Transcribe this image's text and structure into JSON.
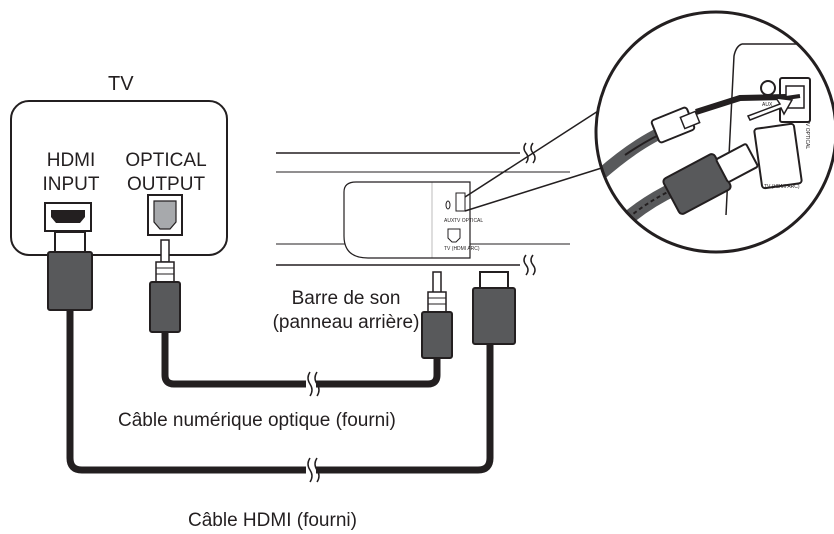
{
  "tv": {
    "title": "TV",
    "hdmi_input_line1": "HDMI",
    "hdmi_input_line2": "INPUT",
    "optical_output_line1": "OPTICAL",
    "optical_output_line2": "OUTPUT"
  },
  "soundbar": {
    "label_line1": "Barre de son",
    "label_line2": "(panneau arrière)"
  },
  "cables": {
    "optical_label": "Câble numérique optique (fourni)",
    "hdmi_label": "Câble HDMI (fourni)"
  }
}
